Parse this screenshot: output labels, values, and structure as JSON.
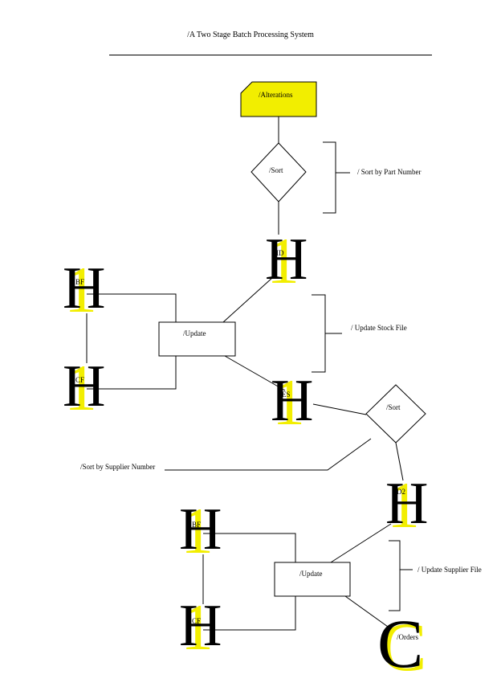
{
  "diagram": {
    "title": "/A Two Stage Batch Processing System",
    "nodes": {
      "alterations": "/Alterations",
      "sort_1": "/Sort",
      "update_1": "/Update",
      "sort_2": "/Sort",
      "update_2": "/Update",
      "orders": "/Orders"
    },
    "files": {
      "id": "ID",
      "bf_1": "BF",
      "cf_1": "CF",
      "es": "ES",
      "id2": "D2",
      "bf_2": "BF",
      "cf_2": "CF"
    },
    "symbols": {
      "file_glyph": "H",
      "output_glyph": "C",
      "shadow_glyph": "1"
    },
    "annotations": {
      "sort_by_part": "/ Sort by Part Number",
      "update_stock": "/ Update Stock File",
      "sort_by_supplier": "/Sort by Supplier Number",
      "update_supplier": "/ Update Supplier File"
    },
    "colors": {
      "card_fill": "#f2ee00",
      "shadow": "#f2ee00",
      "stroke": "#000000"
    }
  }
}
